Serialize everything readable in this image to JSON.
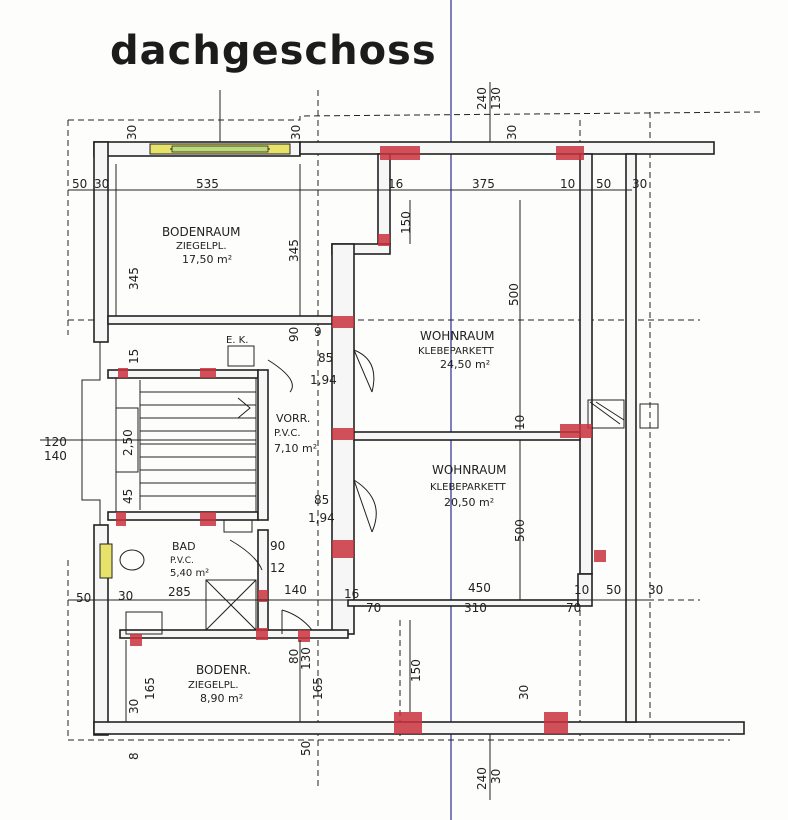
{
  "title": "dachgeschoss",
  "rooms": {
    "bodenraum_top": {
      "name": "BODENRAUM",
      "floor": "ZIEGELPL.",
      "area": "17,50 m²"
    },
    "wohnraum_top": {
      "name": "WOHNRAUM",
      "floor": "KLEBEPARKETT",
      "area": "24,50 m²"
    },
    "vorr": {
      "name": "VORR.",
      "floor": "P.V.C.",
      "area": "7,10 m²"
    },
    "wohnraum_bottom": {
      "name": "WOHNRAUM",
      "floor": "KLEBEPARKETT",
      "area": "20,50 m²"
    },
    "bad": {
      "name": "BAD",
      "floor": "P.V.C.",
      "area": "5,40 m²"
    },
    "bodenraum_bottom": {
      "name": "BODENR.",
      "floor": "ZIEGELPL.",
      "area": "8,90 m²"
    }
  },
  "labels": {
    "ek": "E. K."
  },
  "dims": {
    "top_240": "240",
    "top_130": "130",
    "top_30a": "30",
    "top_30b": "30",
    "top_30c": "30",
    "w535": "535",
    "w375": "375",
    "w10a": "10",
    "w50a": "50",
    "w30a": "30",
    "w16a": "16",
    "left50": "50",
    "left30": "30",
    "h345a": "345",
    "h345b": "345",
    "h150a": "150",
    "h500a": "500",
    "d90": "90",
    "d9": "9",
    "d85a": "85",
    "d194a": "1,94",
    "d10": "10",
    "d120": "120",
    "d140": "140",
    "d250": "2,50",
    "d45": "45",
    "d15": "15",
    "d85b": "85",
    "d194b": "1,94",
    "h500b": "500",
    "d90b": "90",
    "d12": "12",
    "w450": "450",
    "w10b": "10",
    "w50b": "50",
    "w30b": "30",
    "w285": "285",
    "w140": "140",
    "w16b": "16",
    "w70a": "70",
    "w310": "310",
    "w70b": "70",
    "left50b": "50",
    "left30b": "30",
    "h150b": "150",
    "h30c": "30",
    "b80": "80",
    "b130": "130",
    "b165a": "165",
    "b165b": "165",
    "b30": "30",
    "b50": "50",
    "b8": "8",
    "bot_240": "240",
    "bot_30": "30"
  }
}
